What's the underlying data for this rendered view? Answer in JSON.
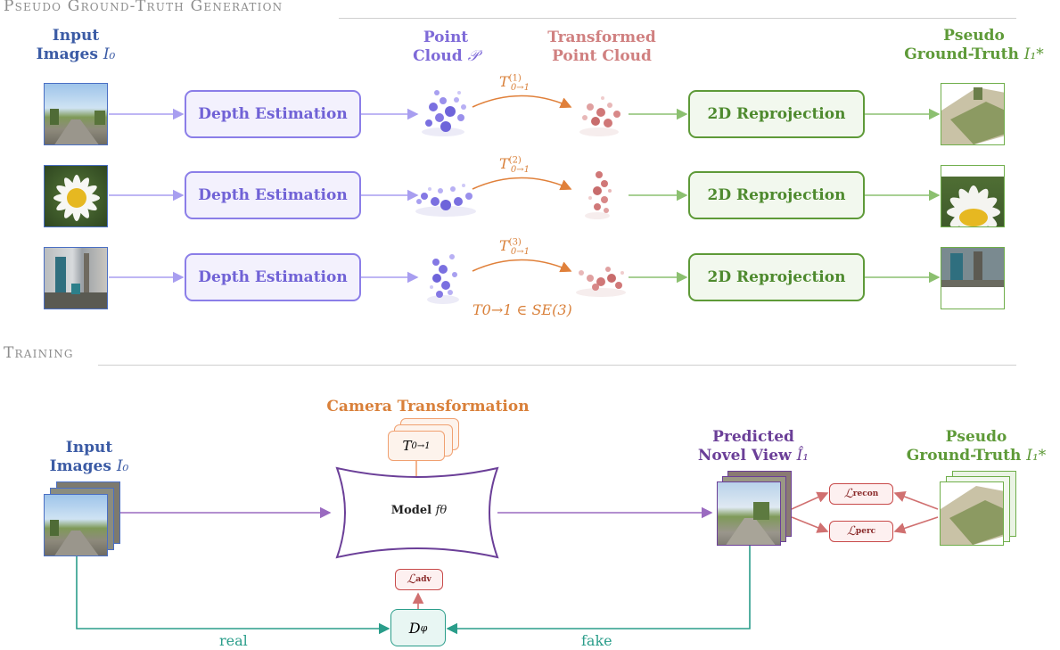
{
  "sections": {
    "generation_title": "Pseudo Ground-Truth Generation",
    "training_title": "Training"
  },
  "generation": {
    "input_label_line1": "Input",
    "input_label_line2": "Images",
    "input_symbol": "I₀",
    "point_cloud_line1": "Point",
    "point_cloud_line2": "Cloud",
    "point_cloud_symbol": "𝒫",
    "transformed_line1": "Transformed",
    "transformed_line2": "Point Cloud",
    "pseudo_line1": "Pseudo",
    "pseudo_line2": "Ground-Truth",
    "pseudo_symbol": "I₁*",
    "depth_label": "Depth Estimation",
    "reprojection_label": "2D Reprojection",
    "transforms": [
      "T(1)0→1",
      "T(2)0→1",
      "T(3)0→1"
    ],
    "se3_label": "T0→1 ∈ SE(3)"
  },
  "training": {
    "input_label_line1": "Input",
    "input_label_line2": "Images",
    "input_symbol": "I₀",
    "camera_transform_title": "Camera Transformation",
    "camera_transform_symbol": "T0→1",
    "model_label": "Model",
    "model_symbol": "fθ",
    "predicted_line1": "Predicted",
    "predicted_line2": "Novel View",
    "predicted_symbol": "Î₁",
    "pseudo_line1": "Pseudo",
    "pseudo_line2": "Ground-Truth",
    "pseudo_symbol": "I₁*",
    "loss_recon": "ℒrecon",
    "loss_perc": "ℒperc",
    "loss_adv": "ℒadv",
    "discriminator": "Dφ",
    "real_label": "real",
    "fake_label": "fake"
  },
  "colors": {
    "purple": "#8b7ee8",
    "green": "#5e9a38",
    "orange": "#e0803a",
    "pink": "#d08080",
    "teal": "#2a9d8a",
    "red": "#c84a4a",
    "dark_purple": "#6b3f98",
    "blue": "#3b5ba5"
  }
}
